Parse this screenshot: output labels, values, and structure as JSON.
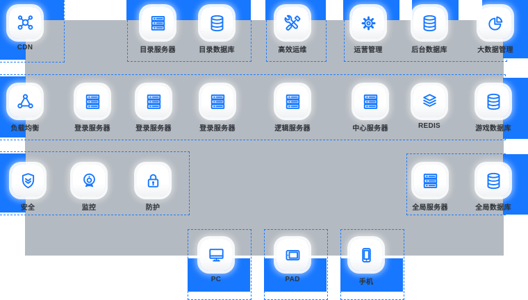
{
  "colors": {
    "bar_blue": "#1777FF",
    "canvas_gray": "#B4BAC1",
    "icon_blue": "#1677FF",
    "dashed_blue": "#1B7BFF",
    "card_white": "#FFFFFF",
    "label_dark": "#2F3338"
  },
  "nodes": [
    {
      "label": "CDN",
      "icon": "cdn-network-icon"
    },
    {
      "label": "目录服务器",
      "icon": "server-icon"
    },
    {
      "label": "目录数据库",
      "icon": "database-icon"
    },
    {
      "label": "高效运维",
      "icon": "tools-icon"
    },
    {
      "label": "运营管理",
      "icon": "gear-icon"
    },
    {
      "label": "后台数据库",
      "icon": "database-icon"
    },
    {
      "label": "大数据管理",
      "icon": "pie-chart-icon"
    },
    {
      "label": "负载均衡",
      "icon": "load-balancer-icon"
    },
    {
      "label": "登录服务器",
      "icon": "server-icon"
    },
    {
      "label": "登录服务器",
      "icon": "server-icon"
    },
    {
      "label": "登录服务器",
      "icon": "server-icon"
    },
    {
      "label": "逻辑服务器",
      "icon": "server-icon"
    },
    {
      "label": "中心服务器",
      "icon": "server-icon"
    },
    {
      "label": "REDIS",
      "icon": "redis-layers-icon"
    },
    {
      "label": "游戏数据库",
      "icon": "database-icon"
    },
    {
      "label": "安全",
      "icon": "shield-icon"
    },
    {
      "label": "监控",
      "icon": "camera-icon"
    },
    {
      "label": "防护",
      "icon": "lock-icon"
    },
    {
      "label": "全局服务器",
      "icon": "server-icon"
    },
    {
      "label": "全局数据库",
      "icon": "database-icon"
    },
    {
      "label": "PC",
      "icon": "desktop-icon"
    },
    {
      "label": "PAD",
      "icon": "tablet-icon"
    },
    {
      "label": "手机",
      "icon": "phone-icon"
    }
  ]
}
